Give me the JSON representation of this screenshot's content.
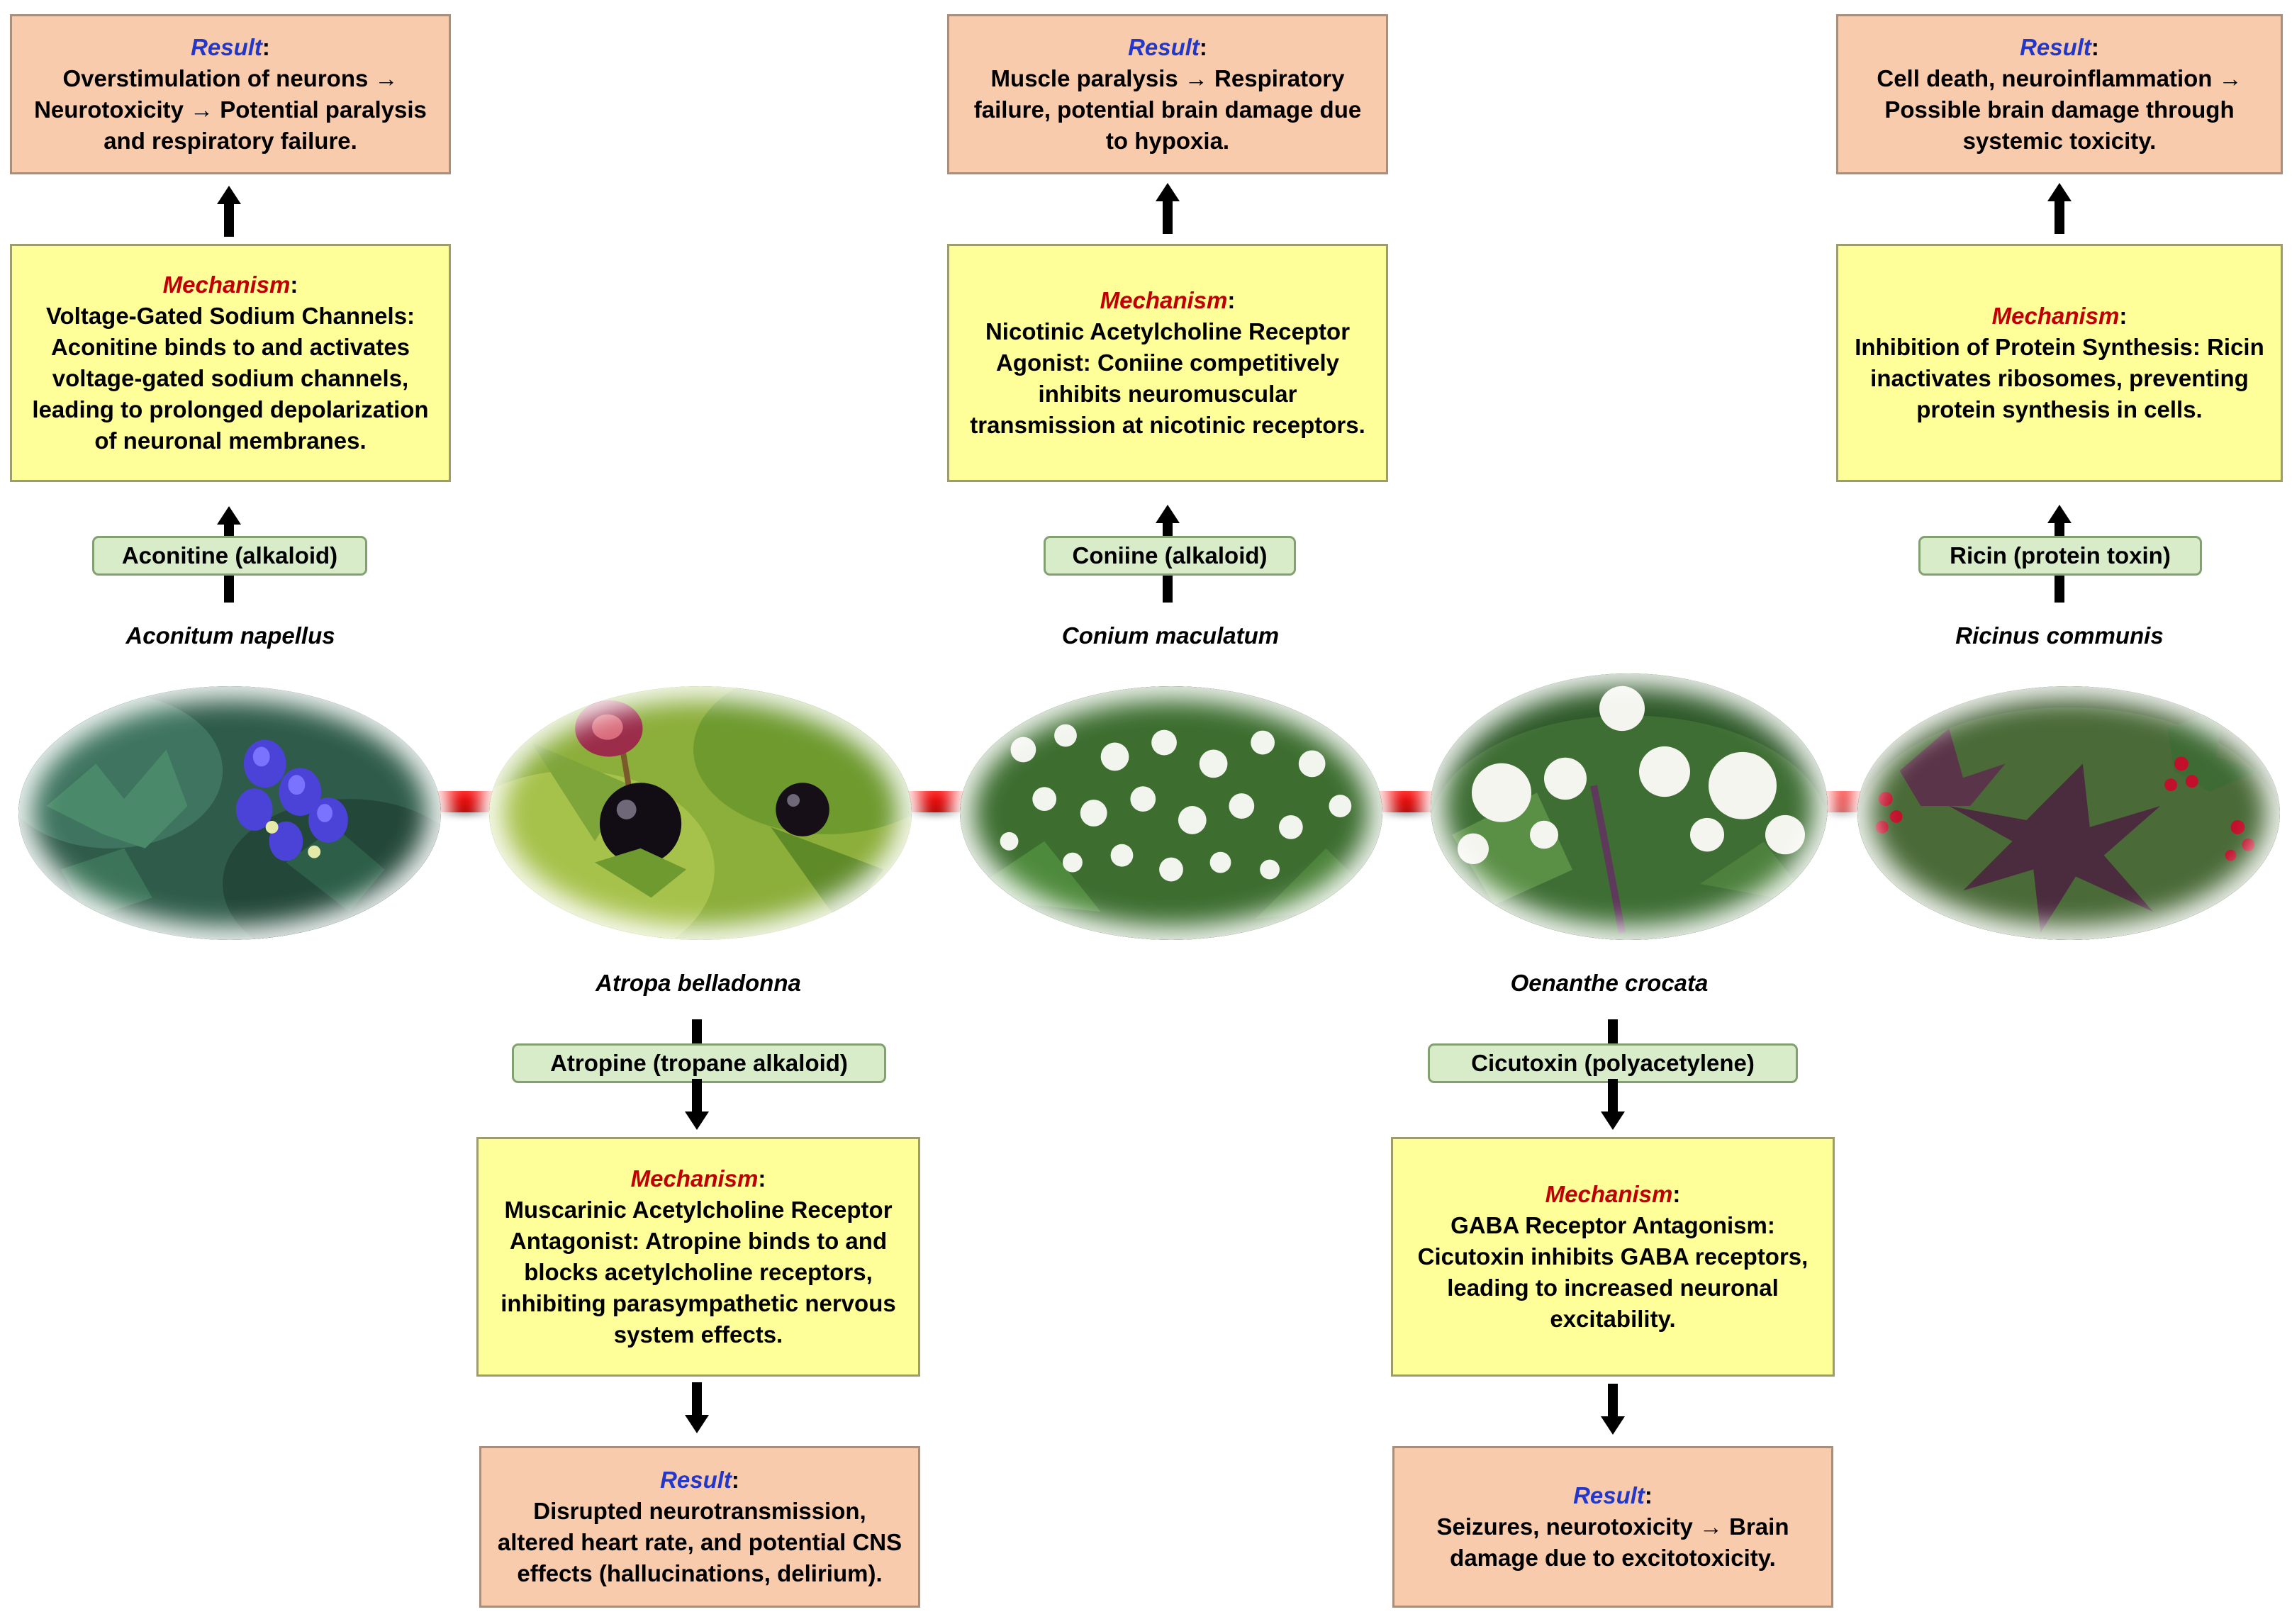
{
  "labels": {
    "result": "Result",
    "mechanism": "Mechanism",
    "colon": ":"
  },
  "plants": {
    "aconitum": {
      "name": "Aconitum napellus",
      "toxin": "Aconitine (alkaloid)",
      "mechanism": "Voltage-Gated Sodium Channels: Aconitine binds to and activates voltage-gated sodium channels, leading to prolonged depolarization of neuronal membranes.",
      "result": "Overstimulation of neurons → Neurotoxicity → Potential paralysis and respiratory failure."
    },
    "atropa": {
      "name": "Atropa belladonna",
      "toxin": "Atropine (tropane alkaloid)",
      "mechanism": "Muscarinic Acetylcholine Receptor Antagonist: Atropine binds to and blocks acetylcholine receptors, inhibiting parasympathetic nervous system effects.",
      "result": "Disrupted neurotransmission, altered heart rate, and potential CNS effects (hallucinations, delirium)."
    },
    "conium": {
      "name": "Conium maculatum",
      "toxin": "Coniine (alkaloid)",
      "mechanism": "Nicotinic Acetylcholine Receptor Agonist: Coniine competitively inhibits neuromuscular transmission at nicotinic receptors.",
      "result": "Muscle paralysis → Respiratory failure, potential brain damage due to hypoxia."
    },
    "oenanthe": {
      "name": "Oenanthe crocata",
      "toxin": "Cicutoxin (polyacetylene)",
      "mechanism": "GABA Receptor Antagonism: Cicutoxin inhibits GABA receptors, leading to increased neuronal excitability.",
      "result": "Seizures, neurotoxicity → Brain damage due to excitotoxicity."
    },
    "ricinus": {
      "name": "Ricinus communis",
      "toxin": "Ricin (protein toxin)",
      "mechanism": "Inhibition of Protein Synthesis: Ricin inactivates ribosomes, preventing protein synthesis in cells.",
      "result": "Cell death, neuroinflammation → Possible brain damage through systemic toxicity."
    }
  },
  "colors": {
    "result_fill": "#f8cbad",
    "mechanism_fill": "#ffff99",
    "toxin_fill": "#d8ecc9",
    "result_header": "#2338c9",
    "mechanism_header": "#c00000",
    "connector": "#e00000"
  }
}
